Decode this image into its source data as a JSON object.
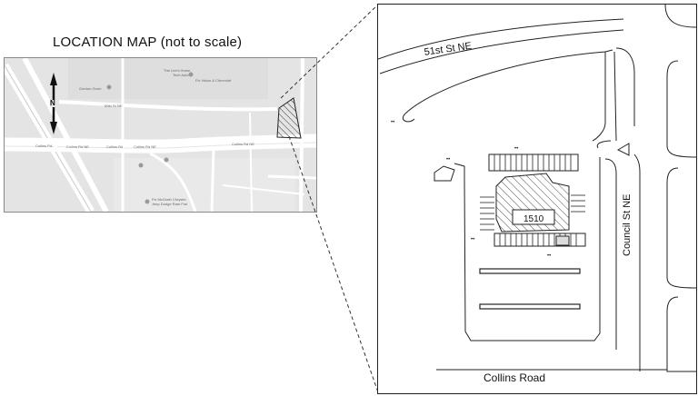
{
  "location_map": {
    "title": "LOCATION MAP (not to scale)",
    "north_label": "N",
    "labels": [
      {
        "text": "The Lee's Home",
        "id": "l1"
      },
      {
        "text": "Tech Auto",
        "id": "l2"
      },
      {
        "text": "Fix Vision & Chevrolet",
        "id": "l3"
      },
      {
        "text": "Gordon Grom",
        "id": "l4"
      },
      {
        "text": "50th St NE",
        "id": "l5"
      },
      {
        "text": "Collins Rd",
        "id": "l6"
      },
      {
        "text": "Collins Rd NE",
        "id": "l7"
      },
      {
        "text": "Collins Rd",
        "id": "l8"
      },
      {
        "text": "Collins Rd NE",
        "id": "l9"
      },
      {
        "text": "Collins Rd NE",
        "id": "l10"
      },
      {
        "text": "Fix McGrath Chrysler",
        "id": "l11"
      },
      {
        "text": "Jeep Dodge Ram Fiat",
        "id": "l12"
      }
    ]
  },
  "site_plan": {
    "streets": {
      "north": "51st St NE",
      "east": "Council St NE",
      "south": "Collins Road"
    },
    "building_number": "1510"
  }
}
